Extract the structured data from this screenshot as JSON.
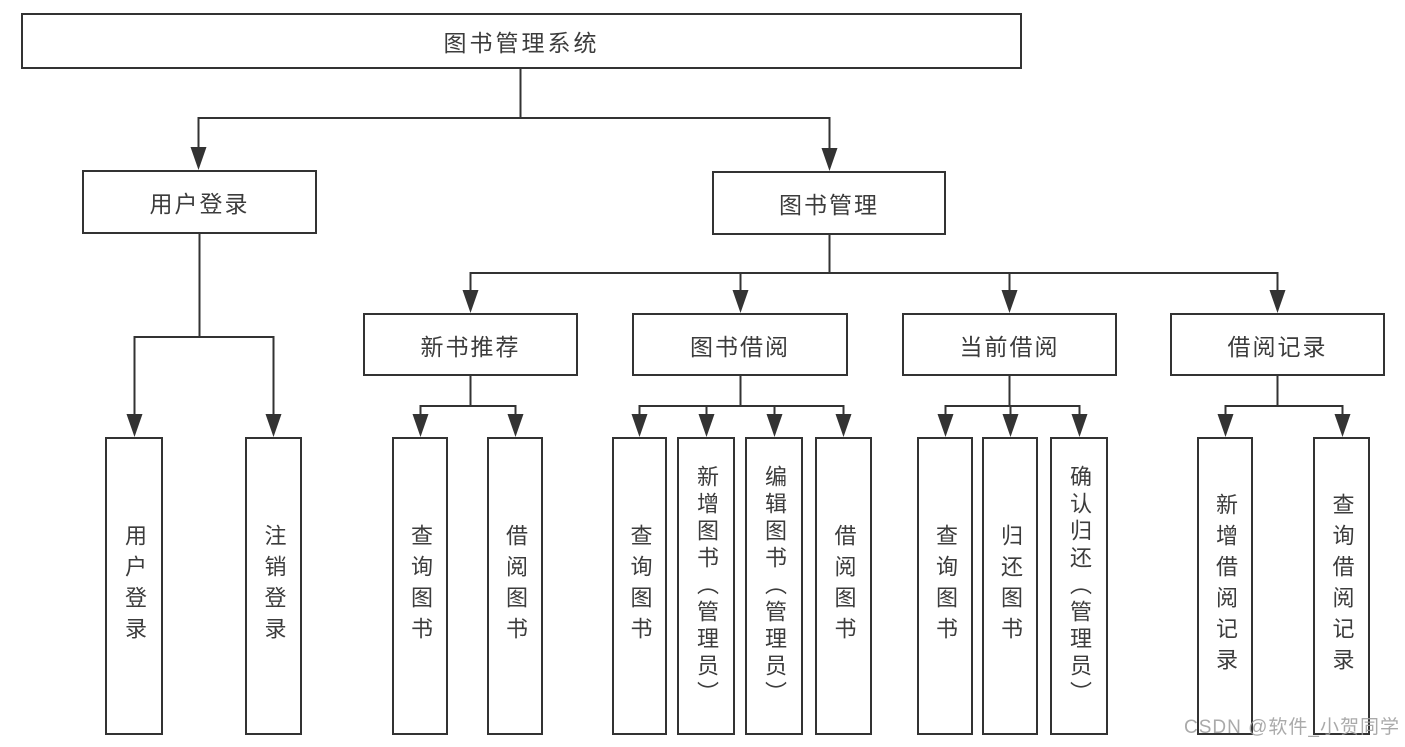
{
  "diagram": {
    "root": {
      "label": "图书管理系统"
    },
    "user_login": {
      "label": "用户登录",
      "children": [
        {
          "label": "用户登录"
        },
        {
          "label": "注销登录"
        }
      ]
    },
    "book_management": {
      "label": "图书管理",
      "children": [
        {
          "label": "新书推荐",
          "children": [
            {
              "label": "查询图书"
            },
            {
              "label": "借阅图书"
            }
          ]
        },
        {
          "label": "图书借阅",
          "children": [
            {
              "label": "查询图书"
            },
            {
              "label": "新增图书（管理员）"
            },
            {
              "label": "编辑图书（管理员）"
            },
            {
              "label": "借阅图书"
            }
          ]
        },
        {
          "label": "当前借阅",
          "children": [
            {
              "label": "查询图书"
            },
            {
              "label": "归还图书"
            },
            {
              "label": "确认归还（管理员）"
            }
          ]
        },
        {
          "label": "借阅记录",
          "children": [
            {
              "label": "新增借阅记录"
            },
            {
              "label": "查询借阅记录"
            }
          ]
        }
      ]
    }
  },
  "watermark": "CSDN @软件_小贺同学",
  "colors": {
    "line": "#333333",
    "text": "#3c3c3c",
    "background": "#ffffff",
    "watermark": "#9e9e9e"
  }
}
